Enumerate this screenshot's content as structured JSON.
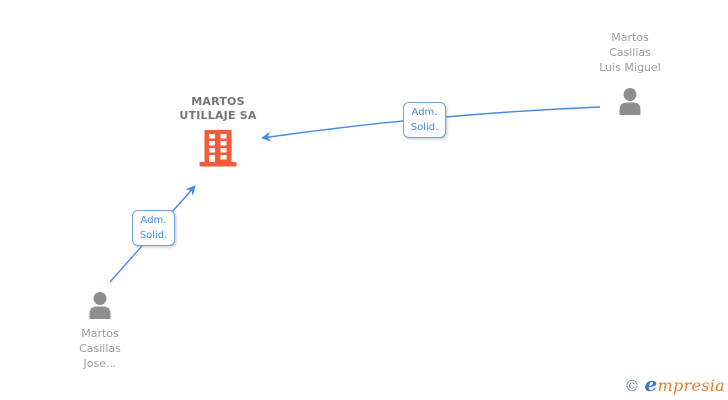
{
  "diagram": {
    "company": {
      "name": "MARTOS\nUTILLAJE SA",
      "icon": "building-icon"
    },
    "persons": [
      {
        "name": "Martos\nCasillas\nLuis Miguel",
        "icon": "person-icon",
        "position": "top-right"
      },
      {
        "name": "Martos\nCasillas\nJose...",
        "icon": "person-icon",
        "position": "bottom-left"
      }
    ],
    "relationships": [
      {
        "label": "Adm.\nSolid.",
        "from": "Martos Casillas Luis Miguel",
        "to": "MARTOS UTILLAJE SA"
      },
      {
        "label": "Adm.\nSolid.",
        "from": "Martos Casillas Jose...",
        "to": "MARTOS UTILLAJE SA"
      }
    ]
  },
  "watermark": {
    "copyright_symbol": "©",
    "brand_initial": "e",
    "brand_rest": "mpresia"
  },
  "colors": {
    "accent-blue": "#4788e8",
    "box-border": "#6fa3e3",
    "box-text": "#4788e8",
    "building-orange": "#f55b39",
    "person-gray": "#8e8e8e",
    "name-text": "#9b9b9b",
    "company-text": "#757575",
    "logo-copyright": "#64919f",
    "logo-blue": "#3c79c0",
    "logo-orange": "#e87b28"
  }
}
